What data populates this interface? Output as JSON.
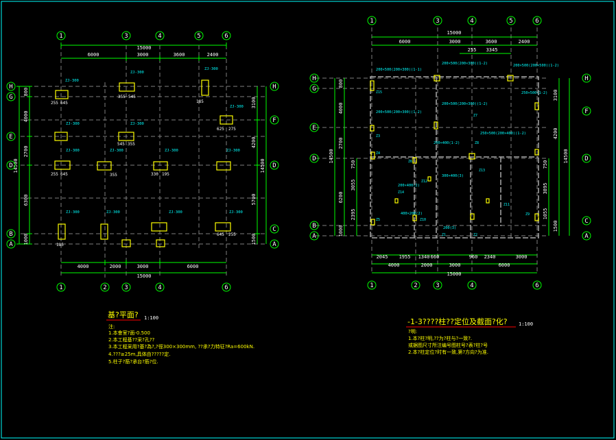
{
  "colors": {
    "background": "#000000",
    "axis": "#00ff00",
    "dim": "#ffffff",
    "grid": "#808080",
    "footing": "#ffff00",
    "label": "#00ffff",
    "border": "#00ffff",
    "underline": "#ff0000",
    "column": "#ffff00",
    "beam": "#aaaaaa",
    "note": "#ffff00"
  },
  "left_plan": {
    "axes_top": [
      "1",
      "3",
      "4",
      "5",
      "6"
    ],
    "axes_bottom": [
      "1",
      "2",
      "3",
      "4",
      "6"
    ],
    "axes_left": [
      "H",
      "G",
      "E",
      "D",
      "B",
      "A"
    ],
    "axes_right": [
      "H",
      "F",
      "D",
      "C",
      "A"
    ],
    "top_total": "15000",
    "top_dims": [
      "6000",
      "3000",
      "3600",
      "2400"
    ],
    "bottom_dims": [
      "4000",
      "2000",
      "3000",
      "6000"
    ],
    "bottom_total": "15000",
    "left_total": "14500",
    "left_dims": [
      "800",
      "4000",
      "2700",
      "6300",
      "1000"
    ],
    "right_total": "14500",
    "right_dims": [
      "3100",
      "4200",
      "5700",
      "1500"
    ],
    "footing_tags": [
      "ZJ-300",
      "ZJ-300",
      "ZJ-300",
      "ZJ-300",
      "ZJ-300",
      "ZJ-300",
      "ZJ-300",
      "ZJ-300",
      "ZJ-300",
      "ZJ-300",
      "ZJ-300",
      "ZJ-300",
      "ZJ-300",
      "ZJ-300"
    ],
    "dims_small": [
      "255",
      "645",
      "355",
      "545",
      "185",
      "625",
      "275",
      "545",
      "355",
      "330",
      "255",
      "645",
      "355",
      "195",
      "185",
      "645",
      "255"
    ],
    "title": "基?平面?",
    "scale": "1:100",
    "notes_head": "注:",
    "notes": [
      "1.本會室?面-0.500",
      "2.本工程基??采?孔??",
      "3.本工程采用?基?為?,?徑300×300mm,      ??承?力特征?Ra=600kN.",
      "4.???≥25m,具体由?????定.",
      "5.柱子?筋?承台?筋?位."
    ]
  },
  "right_plan": {
    "axes_top": [
      "1",
      "3",
      "4",
      "5",
      "6"
    ],
    "axes_bottom": [
      "1",
      "2",
      "3",
      "4",
      "6"
    ],
    "axes_left": [
      "H",
      "G",
      "E",
      "D",
      "B",
      "A"
    ],
    "axes_right": [
      "H",
      "F",
      "D",
      "C",
      "A"
    ],
    "top_total": "15000",
    "top_dims": [
      "6000",
      "3000",
      "3600",
      "2400"
    ],
    "top_dims2": [
      "255",
      "3345"
    ],
    "bottom_dims1": [
      "2045",
      "1955",
      "1340",
      "660",
      "960",
      "2340",
      "3000"
    ],
    "bottom_dims2": [
      "4000",
      "2000",
      "3000",
      "6000"
    ],
    "bottom_total": "15000",
    "left_total": "14500",
    "left_dims": [
      "800",
      "4000",
      "2700",
      "750",
      "3055",
      "2395",
      "1000"
    ],
    "left_dims_b": [
      "6200"
    ],
    "right_total": "14500",
    "right_dims": [
      "3100",
      "4200",
      "750",
      "3895",
      "1055",
      "1500"
    ],
    "labels": [
      "200×500(200×300)(1-1)",
      "200×500(200×300)(1-2)",
      "200×500(200×500)(1-2)",
      "200×500(200×300)(1-2)",
      "200×500(200×300)(1-2)",
      "250×500(200×400)(1-2)",
      "200×400(1-2)",
      "300×400(3)",
      "200×400(2)",
      "400×200(2)",
      "200(3)",
      "250×500(1-2)"
    ],
    "col_tags": [
      "Z1",
      "Z2",
      "Z3",
      "Z4",
      "Z5",
      "Z6",
      "Z7",
      "Z8",
      "Z9",
      "Z10",
      "Z11",
      "Z12",
      "Z13",
      "Z14",
      "Z15"
    ],
    "title": "-1-3????柱??定位及截面?化?",
    "scale": "1:100",
    "notes_head": "?明:",
    "notes": [
      "1.本?柱?明,??为?柱与?一致?.",
      "  或据图尺寸所注编号图柱号?表?柱?号",
      "2.本?柱定位?时有一致,第?方向?为准."
    ]
  }
}
